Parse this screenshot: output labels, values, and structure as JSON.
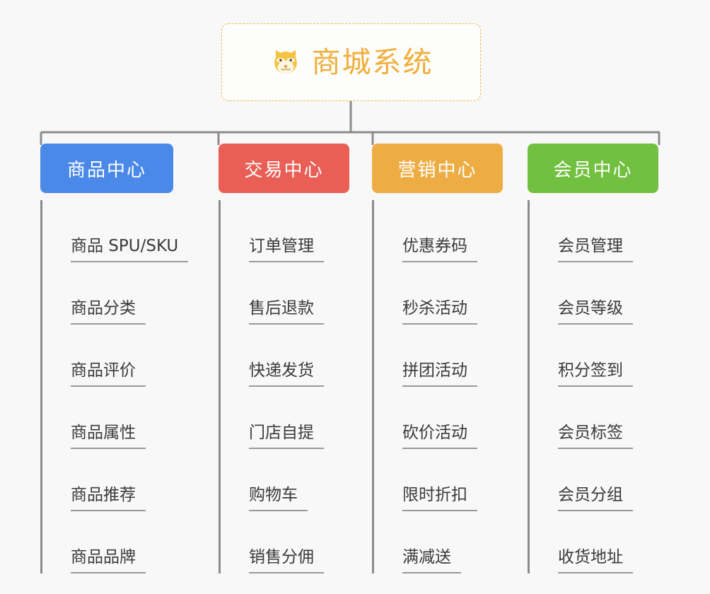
{
  "diagram": {
    "title": "商城系统",
    "type": "mindmap",
    "background_color": "#f8f8f8",
    "root": {
      "label": "商城系统",
      "icon": "shiba-dog-face-icon",
      "text_color": "#f0ae3c",
      "border_color": "#f0b94a",
      "border_style": "dashed",
      "background_color": "#fdfdfb"
    },
    "connector_color": "#8c8c8c",
    "branches": [
      {
        "label": "商品中心",
        "color": "#4a89e8",
        "leaves": [
          "商品 SPU/SKU",
          "商品分类",
          "商品评价",
          "商品属性",
          "商品推荐",
          "商品品牌"
        ]
      },
      {
        "label": "交易中心",
        "color": "#e95f56",
        "leaves": [
          "订单管理",
          "售后退款",
          "快递发货",
          "门店自提",
          "购物车",
          "销售分佣"
        ]
      },
      {
        "label": "营销中心",
        "color": "#eead44",
        "leaves": [
          "优惠券码",
          "秒杀活动",
          "拼团活动",
          "砍价活动",
          "限时折扣",
          "满减送"
        ]
      },
      {
        "label": "会员中心",
        "color": "#72c040",
        "leaves": [
          "会员管理",
          "会员等级",
          "积分签到",
          "会员标签",
          "会员分组",
          "收货地址"
        ]
      }
    ]
  }
}
